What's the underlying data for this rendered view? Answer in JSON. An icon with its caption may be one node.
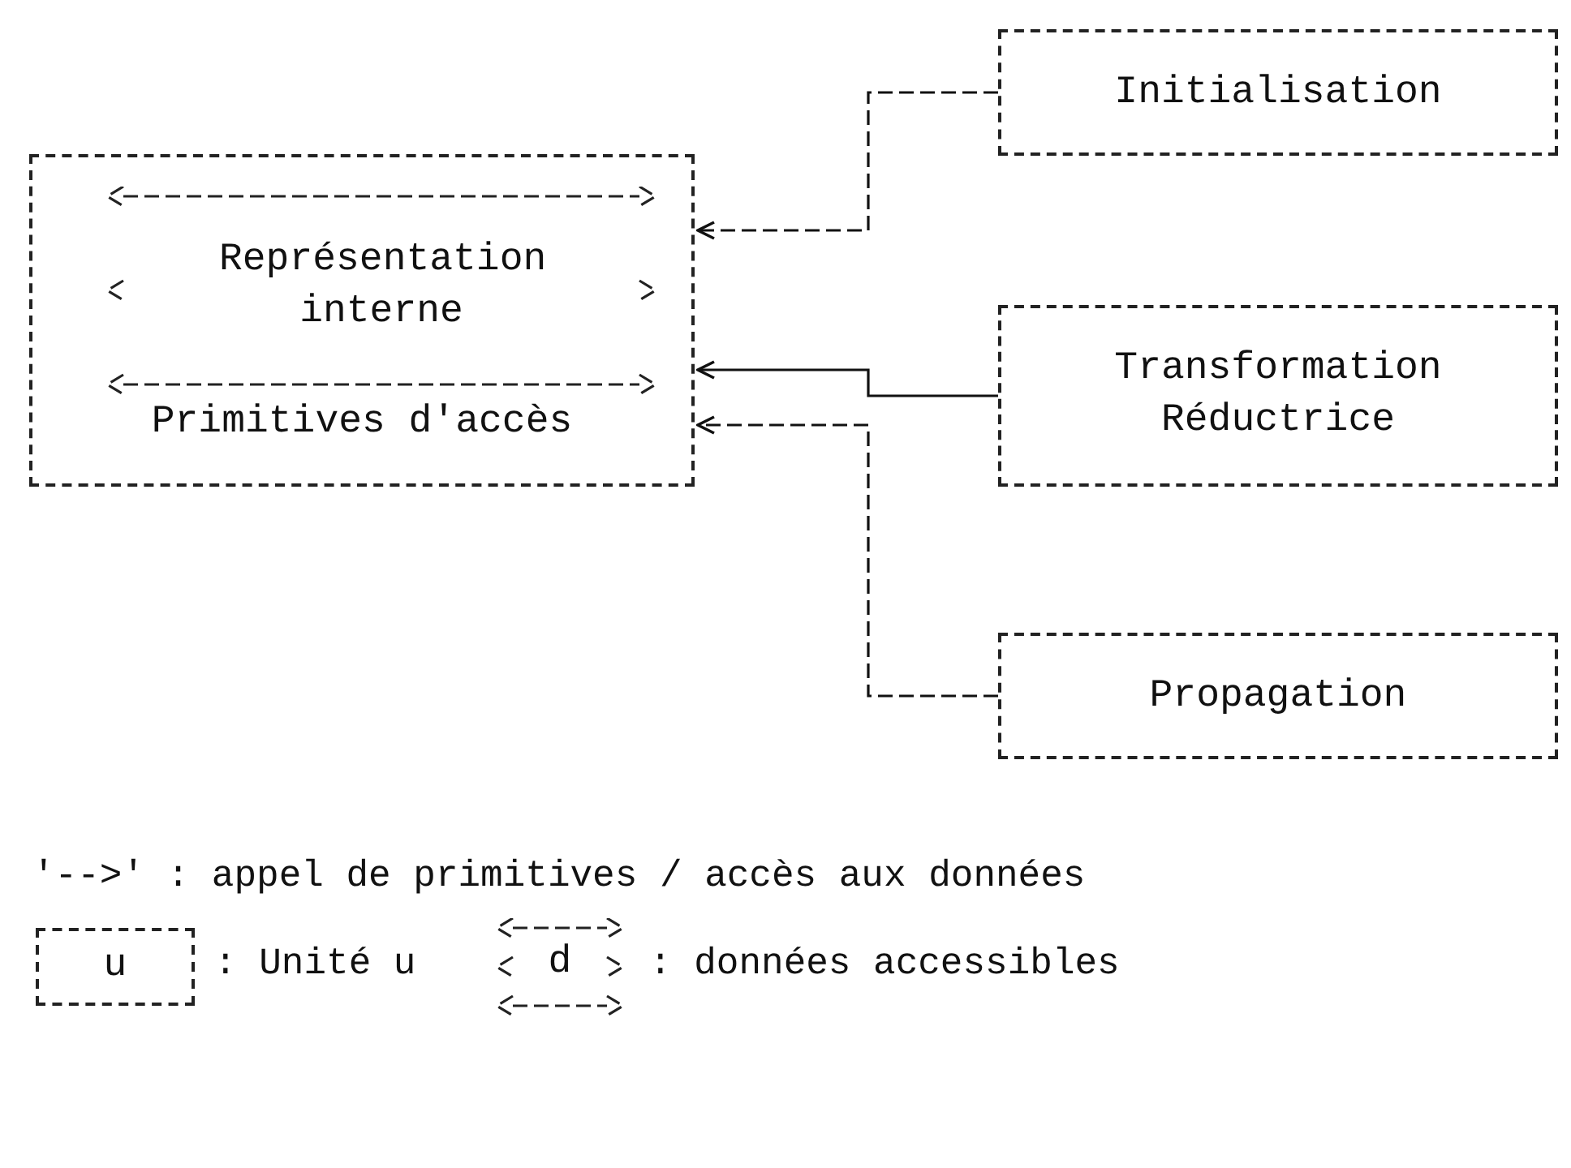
{
  "diagram": {
    "nodes": [
      {
        "text": [
          "Primitives d'accès"
        ]
      },
      {
        "text": [
          "Représentation interne"
        ],
        "in": 0
      },
      {
        "text": [
          "Initialisation"
        ]
      },
      {
        "text": [
          "Transformation Réductrice"
        ]
      },
      {
        "text": [
          "Propagation"
        ]
      },
      {
        "text": [
          "u"
        ]
      },
      {
        "text": [
          "d"
        ]
      }
    ],
    "edges": [
      {
        "from": 2,
        "to": 0,
        "arrow": "to",
        "style": "dashed"
      },
      {
        "from": 3,
        "to": 0,
        "arrow": "to"
      },
      {
        "from": 4,
        "to": 0,
        "arrow": "to",
        "style": "dashed"
      }
    ],
    "labels": [
      "'-->' : appel de primitives / accès aux données",
      ": Unité u",
      ": données accessibles"
    ]
  }
}
